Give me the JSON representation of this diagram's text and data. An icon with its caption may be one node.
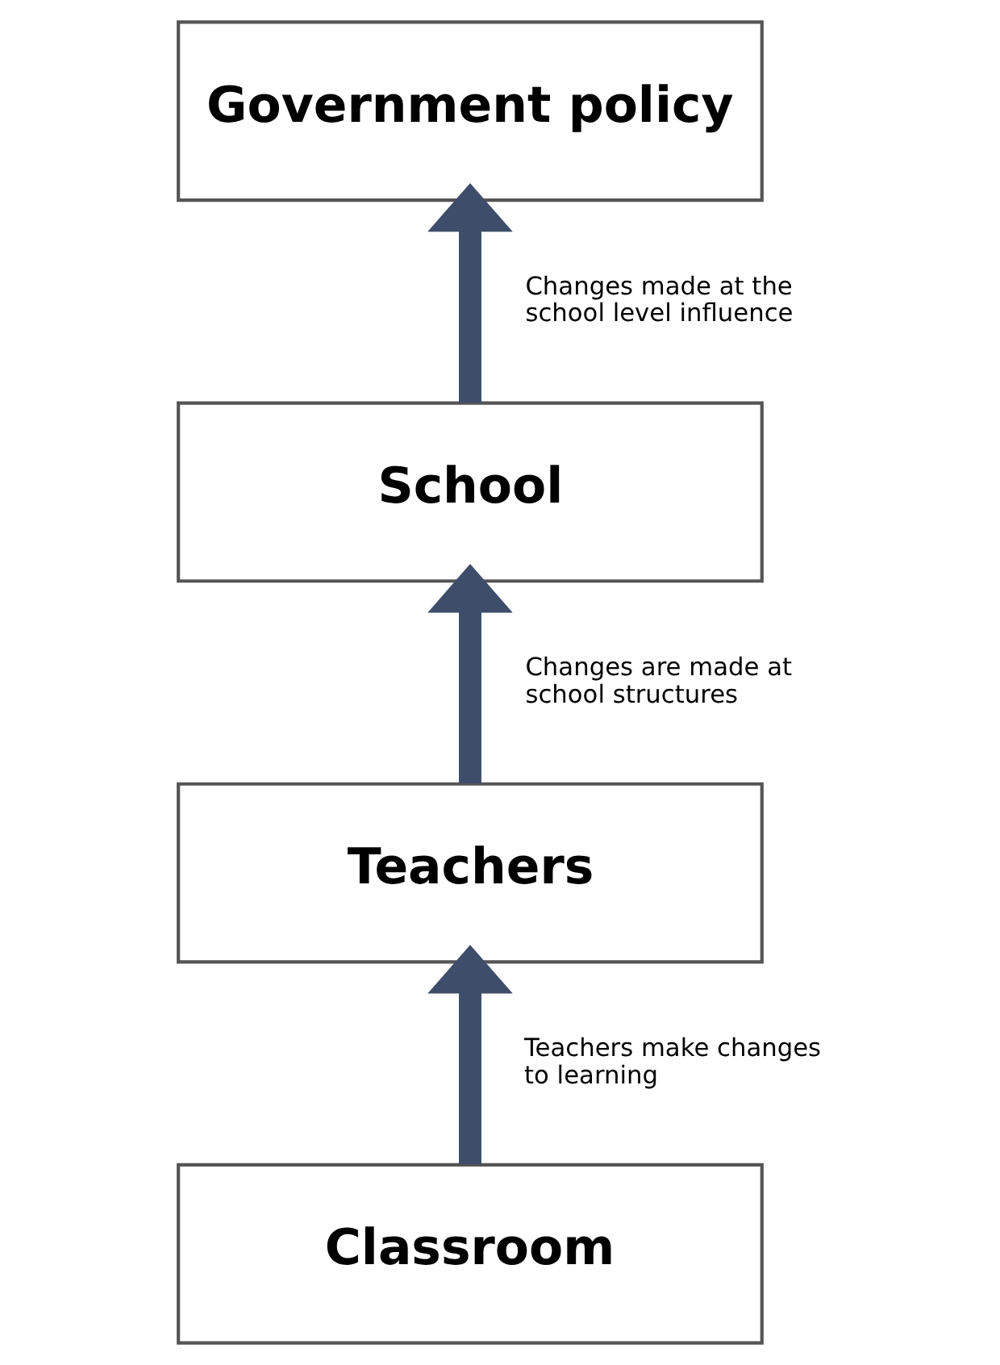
{
  "diagram": {
    "nodes": [
      {
        "text": [
          "Government policy"
        ]
      },
      {
        "text": [
          "School"
        ]
      },
      {
        "text": [
          "Teachers"
        ]
      },
      {
        "text": [
          "Classroom"
        ]
      }
    ],
    "edges": [
      {
        "from": 3,
        "to": 2,
        "arrow": "to",
        "label": "Teachers make changes to learning"
      },
      {
        "from": 2,
        "to": 1,
        "arrow": "to",
        "label": "Changes are made at school structures"
      },
      {
        "from": 1,
        "to": 0,
        "arrow": "to",
        "label": "Changes made at the school level influence"
      }
    ]
  }
}
